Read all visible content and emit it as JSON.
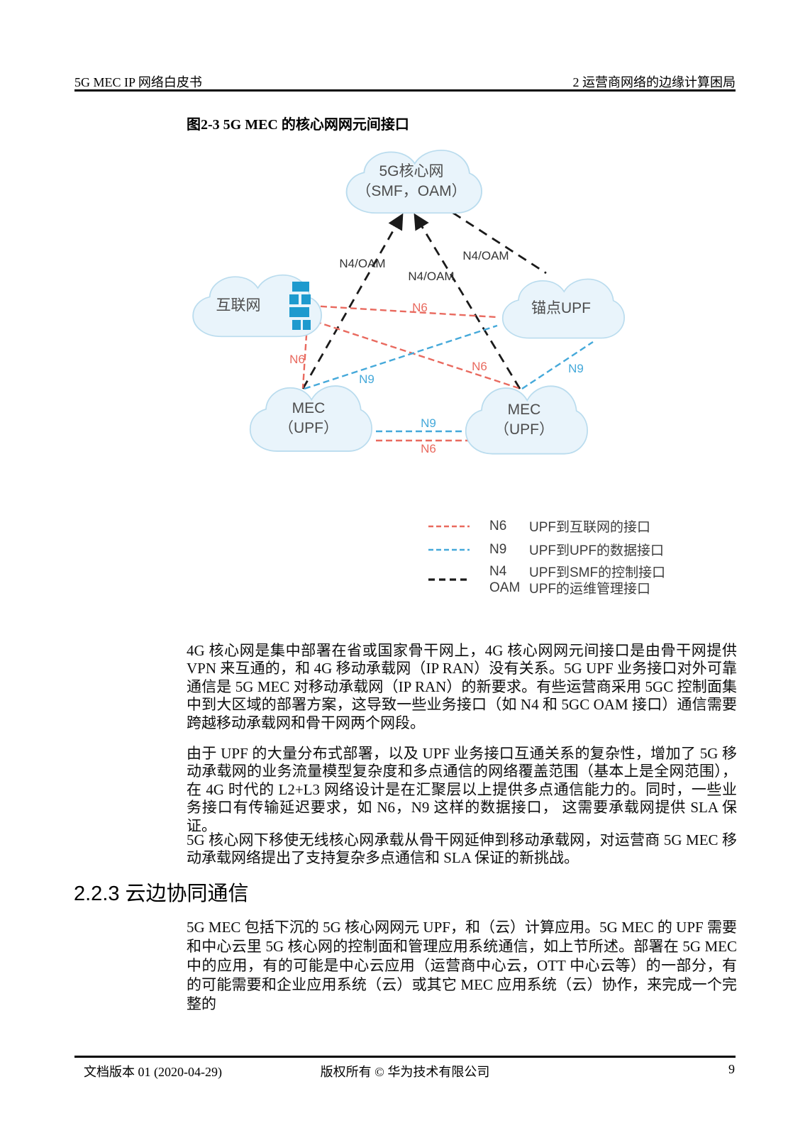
{
  "header": {
    "left": "5G MEC IP 网络白皮书",
    "right": "2  运营商网络的边缘计算困局"
  },
  "figure": {
    "caption": "图2-3  5G MEC 的核心网网元间接口",
    "colors": {
      "n6": "#e96a5f",
      "n9": "#45a9da",
      "n4": "#1a1a1a",
      "cloud_fill": "#e9f4fb",
      "cloud_border": "#badcee",
      "building": "#1e9ace"
    },
    "nodes": {
      "core": {
        "line1": "5G核心网",
        "line2": "（SMF，OAM）"
      },
      "internet": {
        "label": "互联网"
      },
      "anchor": {
        "label": "锚点UPF"
      },
      "mec_left": {
        "line1": "MEC",
        "line2": "（UPF）"
      },
      "mec_right": {
        "line1": "MEC",
        "line2": "（UPF）"
      }
    },
    "edge_labels": {
      "n4oam_left": "N4/OAM",
      "n4oam_mid": "N4/OAM",
      "n4oam_right": "N4/OAM",
      "n6_internet_anchor": "N6",
      "n6_internet_mecleft": "N6",
      "n6_internet_mecright": "N6",
      "n6_mec_mec": "N6",
      "n9_mecleft_anchor": "N9",
      "n9_mecright_anchor": "N9",
      "n9_mec_mec": "N9"
    },
    "legend": [
      {
        "code": "N6",
        "desc": "UPF到互联网的接口"
      },
      {
        "code": "N9",
        "desc": "UPF到UPF的数据接口"
      },
      {
        "code": "N4",
        "desc": "UPF到SMF的控制接口"
      },
      {
        "code": "OAM",
        "desc": "UPF的运维管理接口"
      }
    ]
  },
  "body": {
    "p1": "4G 核心网是集中部署在省或国家骨干网上，4G 核心网网元间接口是由骨干网提供 VPN 来互通的，和 4G 移动承载网（IP RAN）没有关系。5G UPF 业务接口对外可靠通信是 5G MEC 对移动承载网（IP RAN）的新要求。有些运营商采用 5GC 控制面集中到大区域的部署方案，这导致一些业务接口（如 N4 和 5GC OAM 接口）通信需要跨越移动承载网和骨干网两个网段。",
    "p2": "由于 UPF 的大量分布式部署，以及 UPF 业务接口互通关系的复杂性，增加了 5G 移动承载网的业务流量模型复杂度和多点通信的网络覆盖范围（基本上是全网范围），在 4G 时代的 L2+L3 网络设计是在汇聚层以上提供多点通信能力的。同时，一些业务接口有传输延迟要求，如 N6，N9 这样的数据接口， 这需要承载网提供 SLA 保证。",
    "p3": "5G 核心网下移使无线核心网承载从骨干网延伸到移动承载网，对运营商 5G MEC 移动承载网络提出了支持复杂多点通信和 SLA 保证的新挑战。"
  },
  "section": {
    "heading": "2.2.3 云边协同通信",
    "p1": "5G MEC 包括下沉的 5G 核心网网元 UPF，和（云）计算应用。5G MEC 的 UPF 需要和中心云里 5G 核心网的控制面和管理应用系统通信，如上节所述。部署在 5G  MEC 中的应用，有的可能是中心云应用（运营商中心云，OTT 中心云等）的一部分，有的可能需要和企业应用系统（云）或其它 MEC 应用系统（云）协作，来完成一个完整的"
  },
  "footer": {
    "left": "文档版本 01 (2020-04-29)",
    "center": "版权所有 © 华为技术有限公司",
    "page": "9"
  }
}
